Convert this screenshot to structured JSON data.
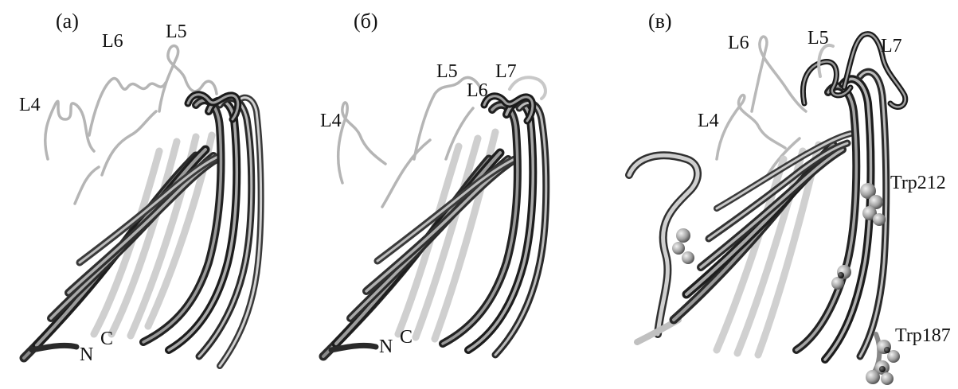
{
  "panels": [
    {
      "label": "(а)",
      "loops": [
        "L4",
        "L6",
        "L5"
      ],
      "termini": [
        "N",
        "C"
      ]
    },
    {
      "label": "(б)",
      "loops": [
        "L4",
        "L5",
        "L6",
        "L7"
      ],
      "termini": [
        "N",
        "C"
      ]
    },
    {
      "label": "(в)",
      "loops": [
        "L4",
        "L6",
        "L5",
        "L7"
      ],
      "residues": [
        "Trp212",
        "Trp187"
      ]
    }
  ],
  "colors": {
    "strand_dark": "#2a2a2a",
    "strand_mid": "#6e6e6e",
    "strand_light": "#c4c4c4",
    "loop_light": "#b8b8b8",
    "atom_sphere": "#9a9a9a",
    "background": "#ffffff"
  }
}
